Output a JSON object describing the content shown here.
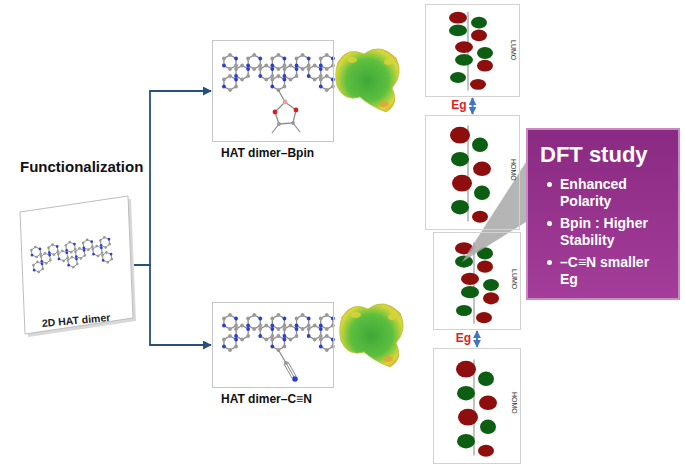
{
  "diagram": {
    "nodes": [
      {
        "text": [
          "2D HAT dimer"
        ]
      },
      {
        "text": [
          "HAT dimer–Bpin"
        ]
      },
      {
        "text": [
          "LUMO"
        ]
      },
      {
        "text": [
          "HOMO"
        ]
      },
      {
        "text": [
          "DFT study",
          "Enhanced Polarity",
          "Bpin : Higher Stability",
          "–C≡N smaller Eg"
        ]
      },
      {
        "text": [
          "HAT dimer–C≡N"
        ]
      },
      {
        "text": [
          "LUMO"
        ]
      },
      {
        "text": [
          "HOMO"
        ]
      }
    ],
    "edges": [
      {
        "from": 0,
        "to": 1,
        "arrow": "to"
      },
      {
        "from": 0,
        "to": 5,
        "arrow": "to"
      },
      {
        "from": 3,
        "to": 2,
        "label": "Eg",
        "arrow": "both"
      },
      {
        "from": 7,
        "to": 6,
        "label": "Eg",
        "arrow": "both"
      }
    ],
    "labels": [
      "Functionalization"
    ]
  }
}
